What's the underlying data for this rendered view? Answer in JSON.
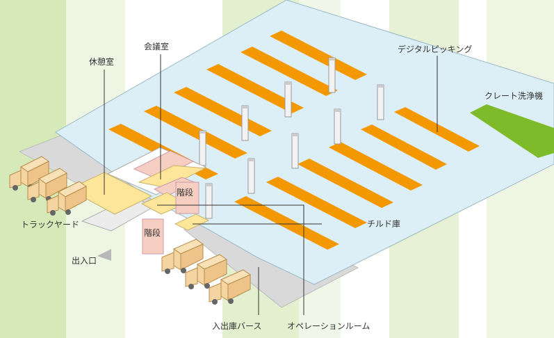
{
  "labels": {
    "rest_room": "休憩室",
    "meeting_room": "会議室",
    "digital_picking": "デジタルピッキング",
    "crate_washer": "クレート洗浄機",
    "stairs_upper": "階段",
    "stairs_lower": "階段",
    "truck_yard": "トラックヤード",
    "entrance": "出入口",
    "chilled_warehouse": "チルド庫",
    "loading_berth": "入出庫バース",
    "operation_room": "オペレーションルーム"
  },
  "colors": {
    "floor": "#dceef6",
    "floor_edge": "#9ab8c8",
    "picking_rack": "#f39800",
    "crate_washer": "#7dbb2b",
    "yard": "#d9d9d9",
    "office_yellow": "#fde59a",
    "office_pink": "#f6cfc2",
    "bg_stripe_1": "#dfeec8",
    "bg_stripe_2": "#edf5e1",
    "truck": "#f4d4a0",
    "leader_line": "#333333"
  },
  "icons": [
    "truck-icon",
    "pillar-icon",
    "entrance-arrow-icon"
  ]
}
